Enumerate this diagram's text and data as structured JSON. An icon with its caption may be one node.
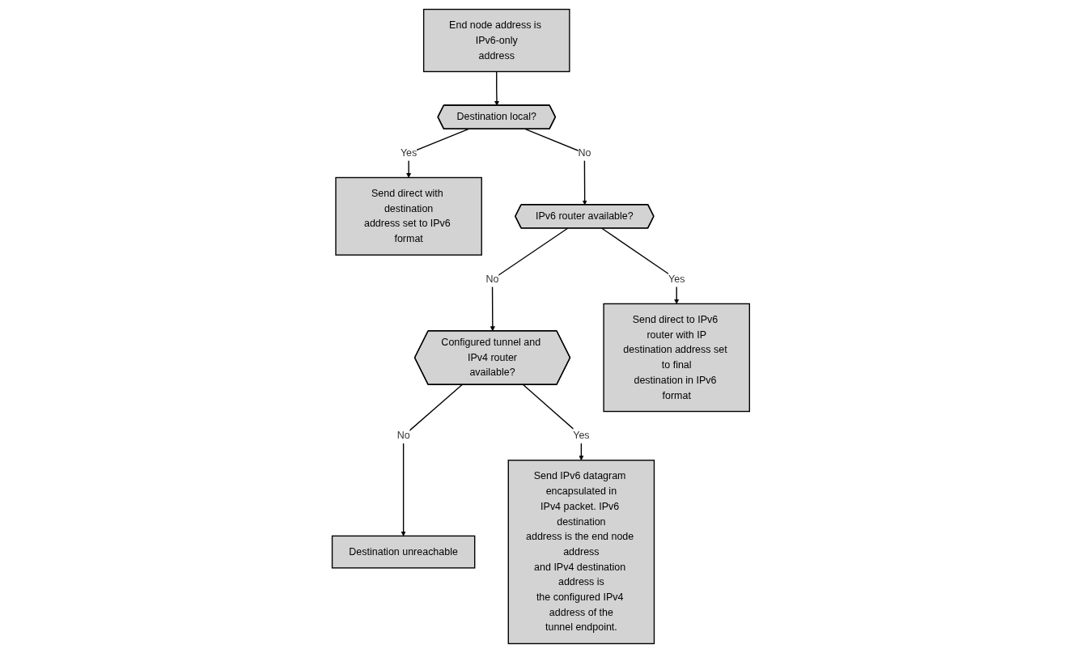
{
  "diagram": {
    "nodes": [
      {
        "text": [
          "End node address is IPv6-only address"
        ]
      },
      {
        "text": [
          "Destination local?"
        ]
      },
      {
        "text": [
          "Send direct with destination address set to IPv6 format"
        ]
      },
      {
        "text": [
          "IPv6 router available?"
        ]
      },
      {
        "text": [
          "Configured tunnel and IPv4 router available?"
        ]
      },
      {
        "text": [
          "Destination unreachable"
        ]
      },
      {
        "text": [
          "Send direct to IPv6 router with IP destination address set to final destination in IPv6 format"
        ]
      },
      {
        "text": [
          "Send IPv6 datagram encapsulated in IPv4 packet. IPv6 destination address is the end node address and IPv4 destination address is the configured IPv4 address of the tunnel endpoint."
        ]
      }
    ],
    "edges": [
      {
        "from": 0,
        "to": 1,
        "arrow": "to"
      },
      {
        "from": 1,
        "to": 2,
        "arrow": "to",
        "label": "Yes"
      },
      {
        "from": 1,
        "to": 3,
        "arrow": "to",
        "label": "No"
      },
      {
        "from": 3,
        "to": 4,
        "arrow": "to",
        "label": "No"
      },
      {
        "from": 4,
        "to": 5,
        "arrow": "to",
        "label": "No"
      },
      {
        "from": 3,
        "to": 6,
        "arrow": "to",
        "label": "Yes"
      },
      {
        "from": 4,
        "to": 7,
        "arrow": "to",
        "label": "Yes"
      }
    ]
  }
}
